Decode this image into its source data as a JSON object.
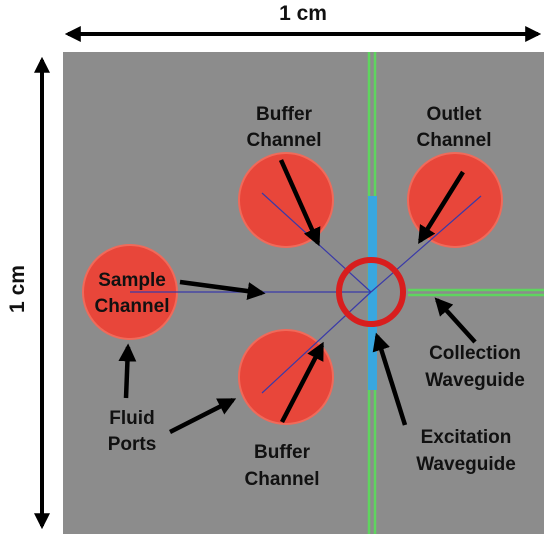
{
  "dimensions": {
    "horizontal": "1 cm",
    "vertical": "1 cm"
  },
  "labels": {
    "buffer_top": [
      "Buffer",
      "Channel"
    ],
    "outlet": [
      "Outlet",
      "Channel"
    ],
    "sample": [
      "Sample",
      "Channel"
    ],
    "fluid_ports": [
      "Fluid",
      "Ports"
    ],
    "buffer_bottom": [
      "Buffer",
      "Channel"
    ],
    "collection": [
      "Collection",
      "Waveguide"
    ],
    "excitation": [
      "Excitation",
      "Waveguide"
    ]
  },
  "colors": {
    "chip": "#8c8c8c",
    "port": "#e8463a",
    "port_edge": "#f06a5a",
    "channel": "#3a3aa8",
    "ring": "#d81e1e",
    "excitation_waveguide": "#39a7e0",
    "collection_waveguide": "#5fd45f",
    "arrow": "#000000"
  }
}
